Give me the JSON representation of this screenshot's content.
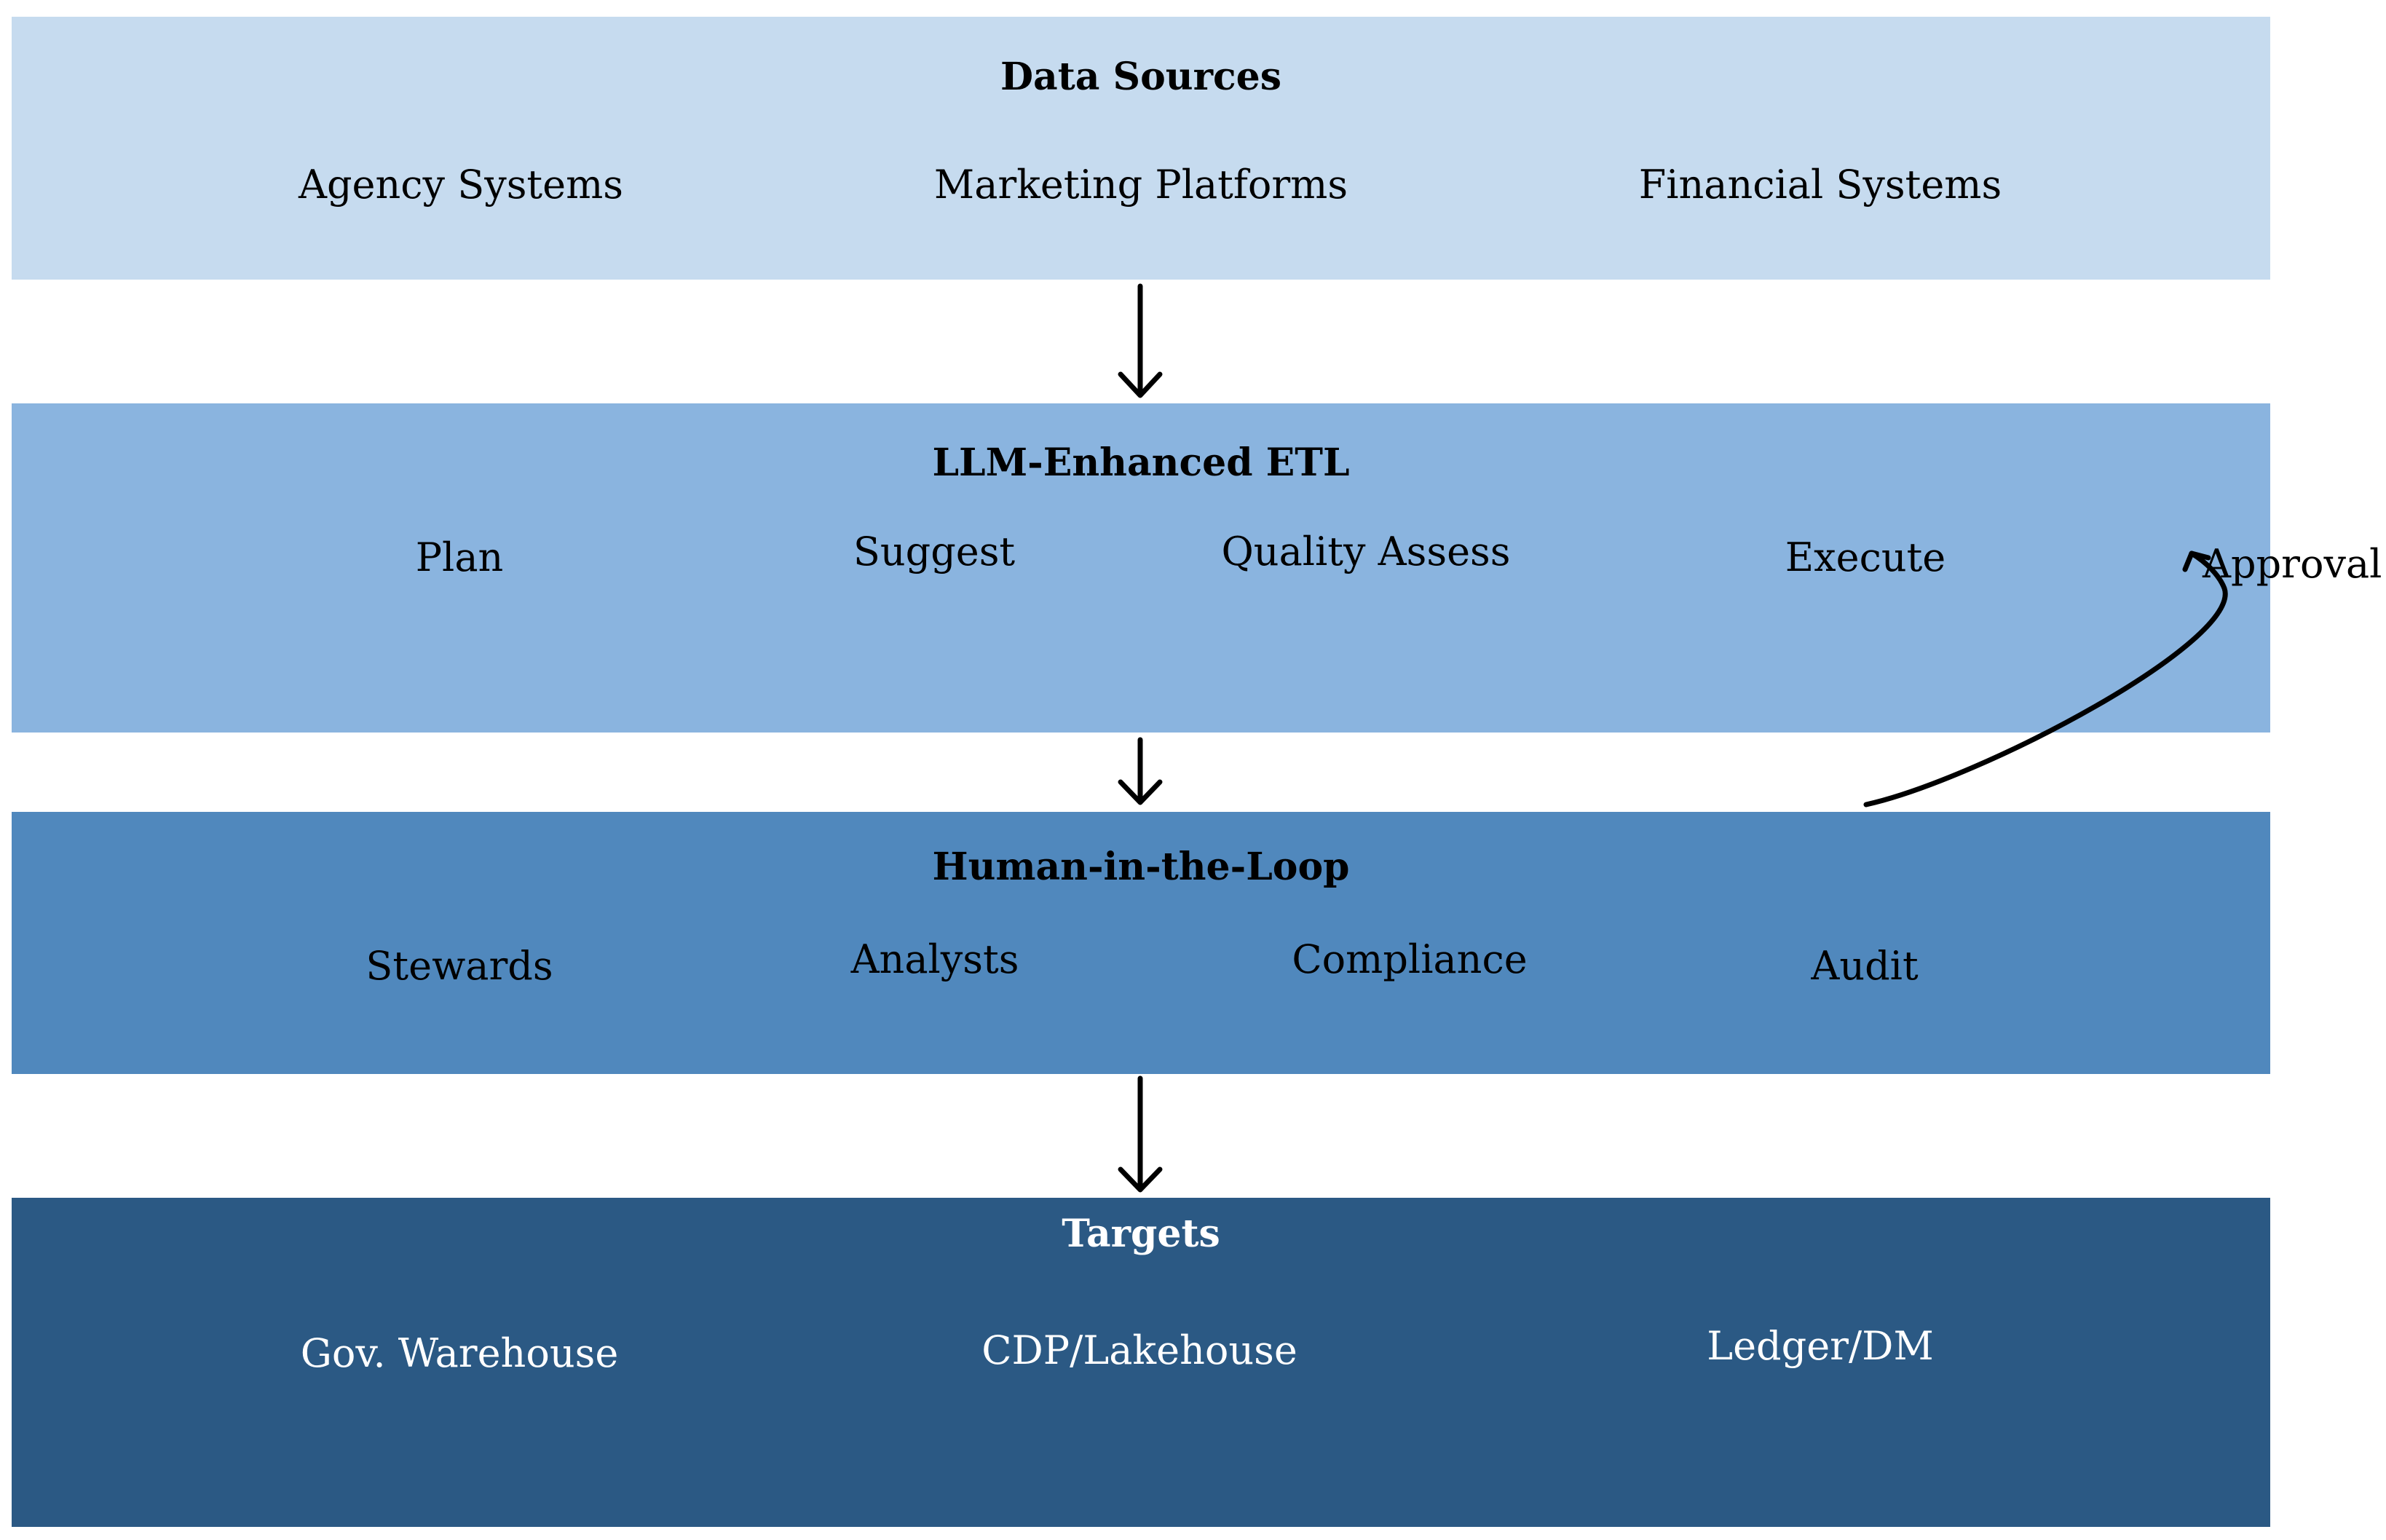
{
  "layers": {
    "sources": {
      "title": "Data Sources",
      "items": [
        "Agency Systems",
        "Marketing Platforms",
        "Financial Systems"
      ],
      "color": "#c6dbef"
    },
    "etl": {
      "title": "LLM-Enhanced ETL",
      "items": [
        "Plan",
        "Suggest",
        "Quality Assess",
        "Execute"
      ],
      "color": "#8ab4df"
    },
    "hitl": {
      "title": "Human-in-the-Loop",
      "items": [
        "Stewards",
        "Analysts",
        "Compliance",
        "Audit"
      ],
      "color": "#5088bd"
    },
    "targets": {
      "title": "Targets",
      "items": [
        "Gov. Warehouse",
        "CDP/Lakehouse",
        "Ledger/DM"
      ],
      "color": "#2b5984"
    }
  },
  "feedback": {
    "label": "Approval"
  },
  "arrow_color": "#000000"
}
